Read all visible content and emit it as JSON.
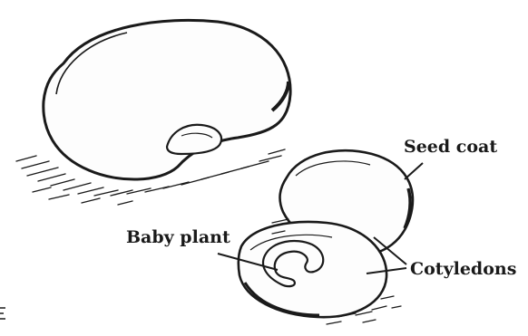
{
  "labels": {
    "seed_coat": "Seed coat",
    "baby_plant": "Baby plant",
    "cotyledons": "Cotyledons"
  },
  "colors": {
    "ink": "#1a1a1a",
    "paper": "#ffffff",
    "seed_fill": "#fdfdfd"
  },
  "parts": [
    "whole-bean",
    "seed-coat",
    "cotyledon",
    "baby-plant"
  ]
}
